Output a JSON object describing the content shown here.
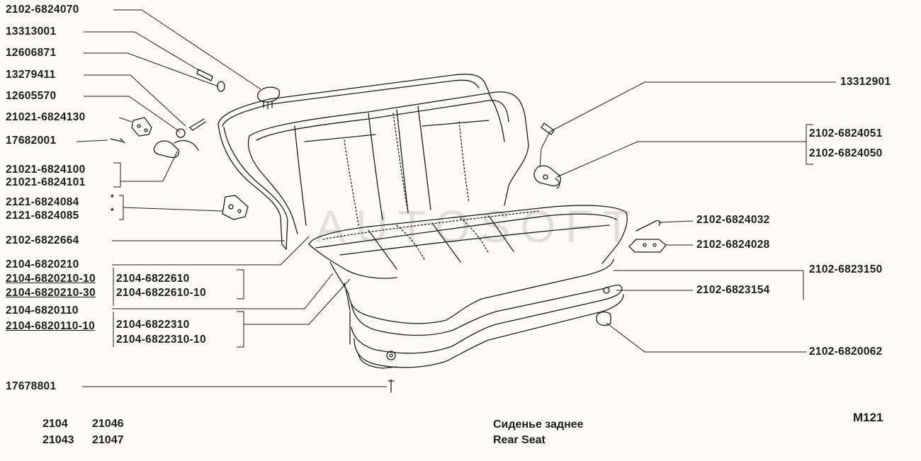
{
  "labels_left": {
    "l01": "2102-6824070",
    "l02": "13313001",
    "l03": "12606871",
    "l04": "13279411",
    "l05": "12605570",
    "l06": "21021-6824130",
    "l07": "17682001",
    "l08": "21021-6824100",
    "l09": "21021-6824101",
    "l10": "2121-6824084",
    "l11": "2121-6824085",
    "l12": "2102-6822664",
    "l13": "2104-6820210",
    "l14": "2104-6820210-10",
    "l15": "2104-6820210-30",
    "l16": "2104-6820110",
    "l17": "2104-6820110-10",
    "l18": "17678801"
  },
  "labels_mid": {
    "m1": "2104-6822610",
    "m2": "2104-6822610-10",
    "m3": "2104-6822310",
    "m4": "2104-6822310-10"
  },
  "labels_right": {
    "r1": "13312901",
    "r2": "2102-6824051",
    "r3": "2102-6824050",
    "r4": "2102-6824032",
    "r5": "2102-6824028",
    "r6": "2102-6823150",
    "r7": "2102-6823154",
    "r8": "2102-6820062"
  },
  "star_mark": "*",
  "models": {
    "a": "2104",
    "b": "21046",
    "c": "21043",
    "d": "21047"
  },
  "caption": {
    "ru": "Сиденье заднее",
    "en": "Rear Seat"
  },
  "sheet_code": "M121",
  "watermark": "AUTOSOFT",
  "colors": {
    "ink": "#1c1c1c",
    "paper": "#fbfaf7"
  }
}
